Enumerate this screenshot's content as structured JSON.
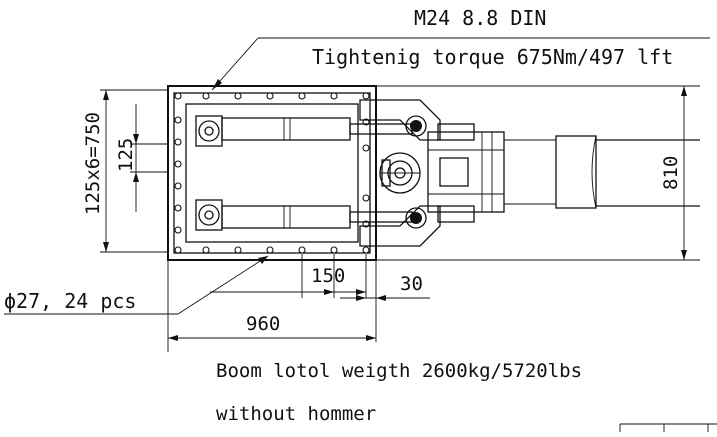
{
  "annotations": {
    "bolt_spec_line1": "M24 8.8 DIN",
    "bolt_spec_line2": "Tightenig torque 675Nm/497 lft",
    "bolt_pitch_total": "125x6=750",
    "bolt_pitch": "125",
    "height_810": "810",
    "hole_spec": "ϕ27, 24 pcs",
    "dim_150": "150",
    "dim_30": "30",
    "dim_960": "960",
    "weight_line1": "Boom lotol weigth 2600kg/5720lbs",
    "weight_line2": "without hommer"
  }
}
